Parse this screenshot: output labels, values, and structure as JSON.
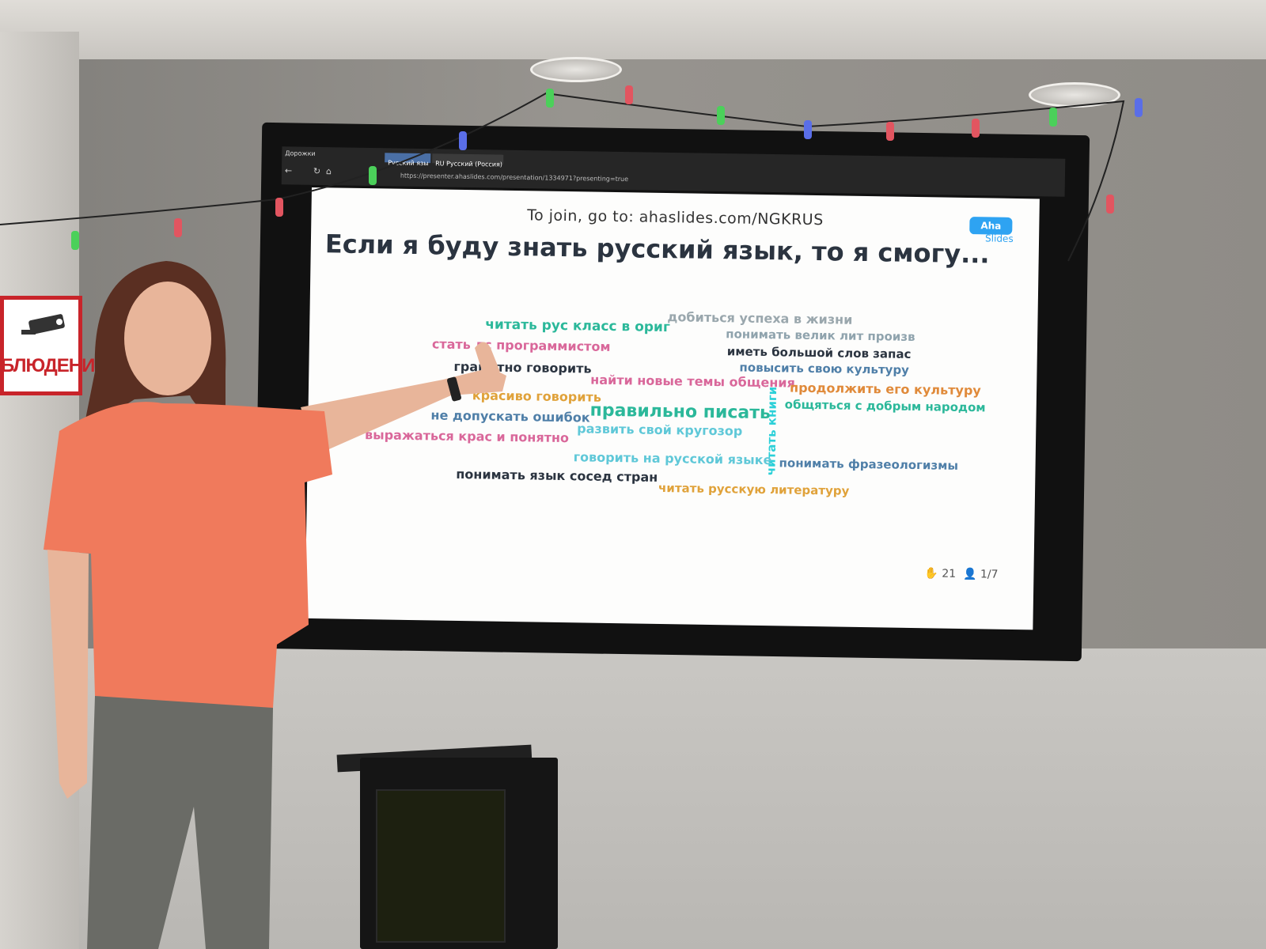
{
  "sign": {
    "text": "БЛЮДЕНИЕ"
  },
  "browser": {
    "bookmark": "Дорожки",
    "tab_active": "Русский язы",
    "tab_second": "RU Русский (Россия)",
    "url": "https://presenter.ahaslides.com/presentation/1334971?presenting=true"
  },
  "slide": {
    "join_prefix": "To join, go to:",
    "join_url": "ahaslides.com/NGKRUS",
    "logo_top": "Aha",
    "logo_bottom": "Slides",
    "question": "Если я буду знать русский язык, то я смогу...",
    "words": [
      {
        "text": "добиться успеха в жизни",
        "color": "#9aa7ad"
      },
      {
        "text": "читать рус класс в ориг",
        "color": "#2bb89a"
      },
      {
        "text": "понимать велик лит произв",
        "color": "#8fa3ad"
      },
      {
        "text": "стать лс программистом",
        "color": "#d9679a"
      },
      {
        "text": "иметь большой слов запас",
        "color": "#2b3440"
      },
      {
        "text": "грамотно говорить",
        "color": "#2b3440"
      },
      {
        "text": "повысить свою культуру",
        "color": "#4f7fa8"
      },
      {
        "text": "найти новые темы общения",
        "color": "#d9679a"
      },
      {
        "text": "продолжить его культуру",
        "color": "#e08a3a"
      },
      {
        "text": "красиво говорить",
        "color": "#e0a23a"
      },
      {
        "text": "правильно писать",
        "color": "#2bb89a"
      },
      {
        "text": "общяться с добрым народом",
        "color": "#2bb89a"
      },
      {
        "text": "не допускать ошибок",
        "color": "#4f7fa8"
      },
      {
        "text": "развить свой кругозор",
        "color": "#5fc8d8"
      },
      {
        "text": "читать книги",
        "color": "#2bd0d8"
      },
      {
        "text": "выражаться крас и понятно",
        "color": "#d9679a"
      },
      {
        "text": "говорить на русской языке",
        "color": "#5fc8d8"
      },
      {
        "text": "понимать фразеологизмы",
        "color": "#4f7fa8"
      },
      {
        "text": "понимать язык сосед стран",
        "color": "#2b3440"
      },
      {
        "text": "читать русскую литературу",
        "color": "#e0a23a"
      }
    ],
    "responses": "21",
    "participants": "1/7"
  },
  "colors": {
    "shirt": "#f07a5c",
    "tv_frame": "#111111",
    "screen_bg": "#fdfdfc"
  }
}
